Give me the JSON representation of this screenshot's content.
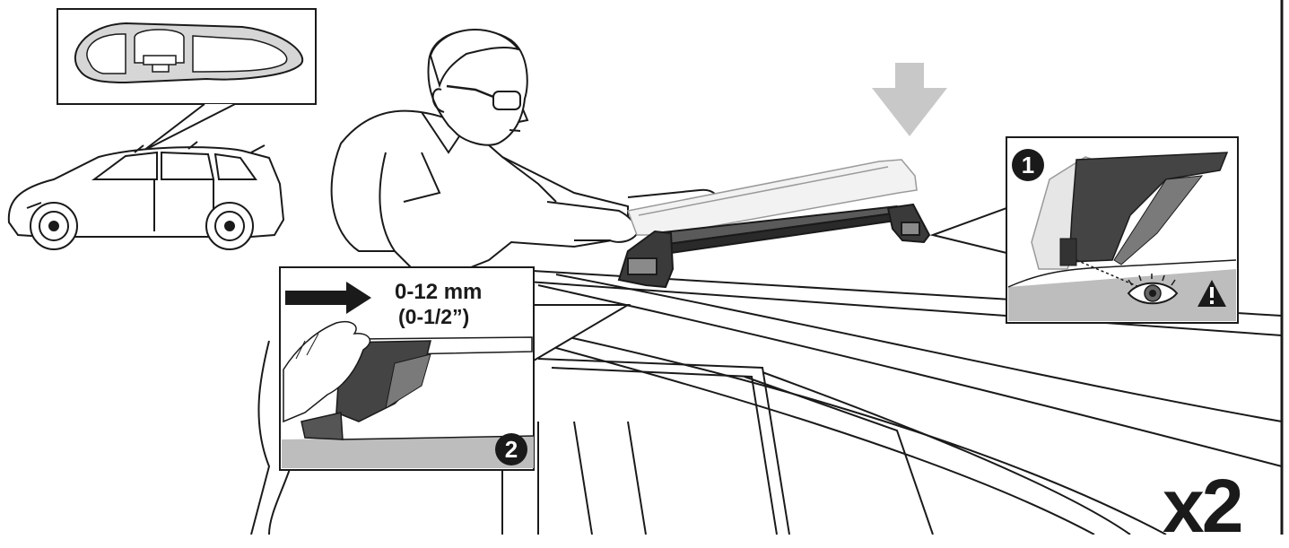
{
  "callout_measure": {
    "line1": "0-12 mm",
    "line2": "(0-1/2”)"
  },
  "steps": {
    "step1": "1",
    "step2": "2"
  },
  "quantity": "x2",
  "colors": {
    "line": "#1a1a1a",
    "bar_dark": "#3a3a3a",
    "bar_light": "#d8d8d8",
    "arrow_gray": "#c8c8c8",
    "panel_gray": "#bdbdbd",
    "pad_gray": "#7a7a7a"
  },
  "icons": [
    "down-arrow-icon",
    "push-arrow-icon",
    "eye-icon",
    "warning-icon"
  ]
}
